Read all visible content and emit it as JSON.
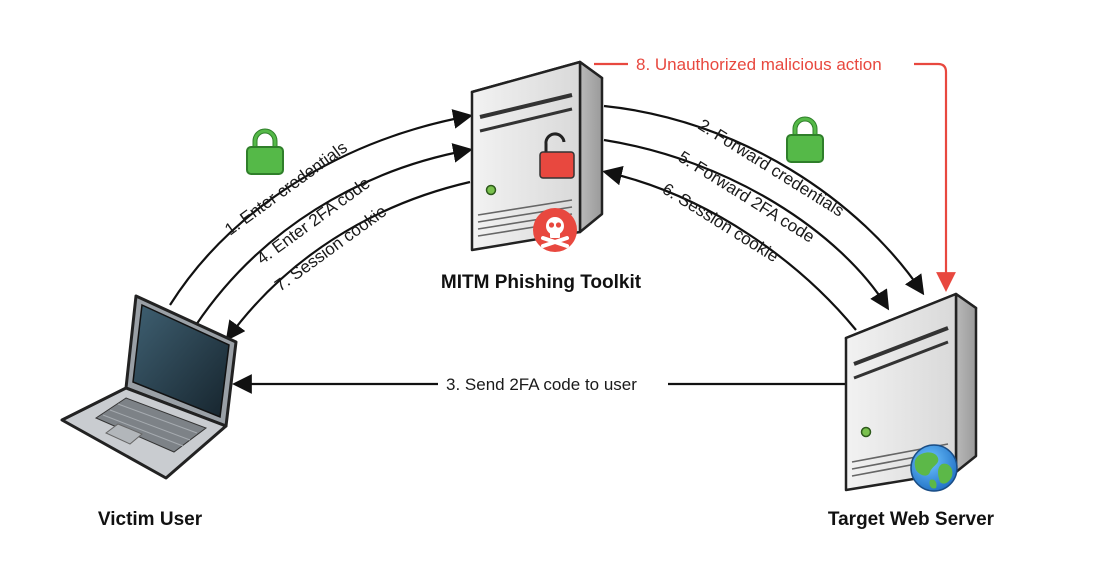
{
  "nodes": {
    "victim": {
      "label": "Victim User"
    },
    "mitm": {
      "label": "MITM Phishing Toolkit"
    },
    "server": {
      "label": "Target Web Server"
    }
  },
  "flows": {
    "step1": "1. Enter credentials",
    "step2": "2. Forward credentials",
    "step3": "3. Send 2FA code to user",
    "step4": "4. Enter 2FA code",
    "step5": "5. Forward 2FA code",
    "step6": "6. Session cookie",
    "step7": "7. Session cookie",
    "step8": "8. Unauthorized malicious action"
  },
  "colors": {
    "arrow": "#111111",
    "malicious": "#e8483f",
    "lock_secure": "#55b948",
    "lock_broken": "#e8483f",
    "skull_badge": "#e8483f"
  },
  "icons": {
    "victim": "laptop-icon",
    "mitm": "server-icon",
    "server": "server-icon",
    "secure": "lock-closed-icon",
    "compromised": "lock-open-icon",
    "skull": "skull-crossbones-icon",
    "globe": "globe-icon"
  }
}
